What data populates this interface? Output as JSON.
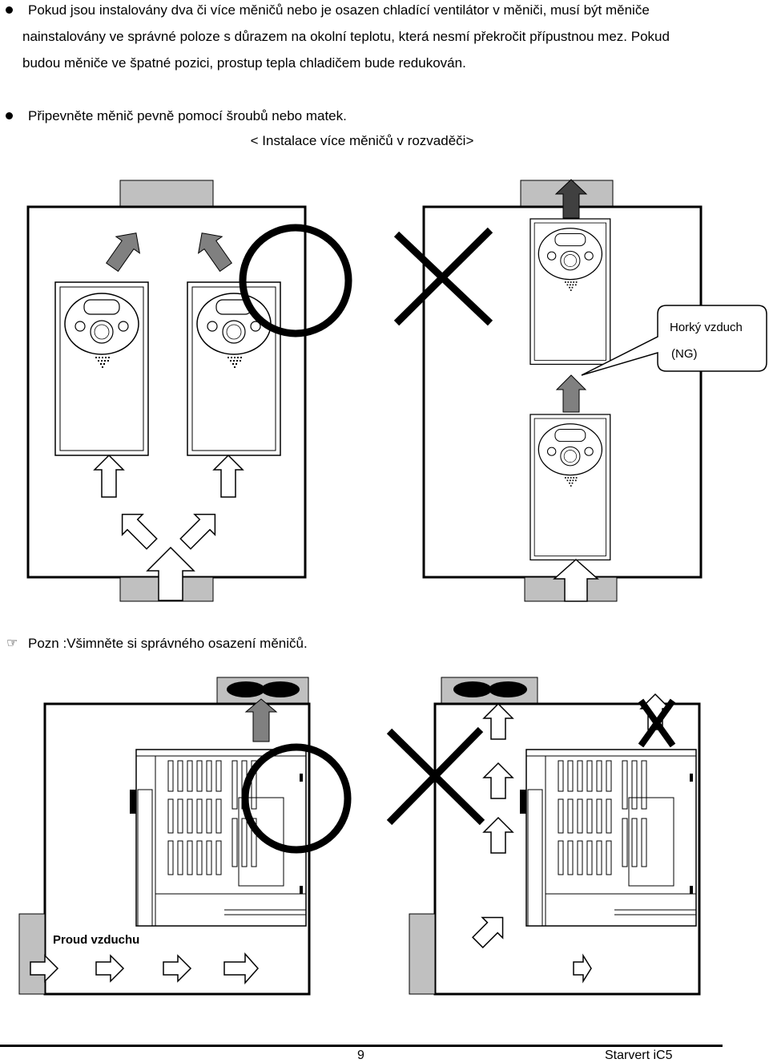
{
  "paragraphs": {
    "p1_line1": "Pokud jsou instalovány dva či více měničů nebo je osazen chladící ventilátor v měniči, musí být měniče",
    "p1_line2": "nainstalovány ve správné poloze s důrazem na okolní teplotu, která nesmí překročit přípustnou mez. Pokud",
    "p1_line3": "budou měniče ve špatné pozici, prostup tepla chladičem bude redukován.",
    "p2": "Připevněte měnič pevně pomocí šroubů nebo matek."
  },
  "caption_top": "< Instalace více měničů v rozvaděči>",
  "callout": {
    "line1": "Horký  vzduch",
    "line2": "(NG)"
  },
  "note": {
    "icon": "pointing-hand-icon",
    "text": "Pozn :Všimněte si správného osazení měničů."
  },
  "airflow_label": "Proud vzduchu",
  "footer": {
    "page_number": "9",
    "product": "Starvert iC5"
  },
  "colors": {
    "vent_gray": "#c0c0c0",
    "arrow_dark": "#404040",
    "arrow_mid": "#808080"
  }
}
